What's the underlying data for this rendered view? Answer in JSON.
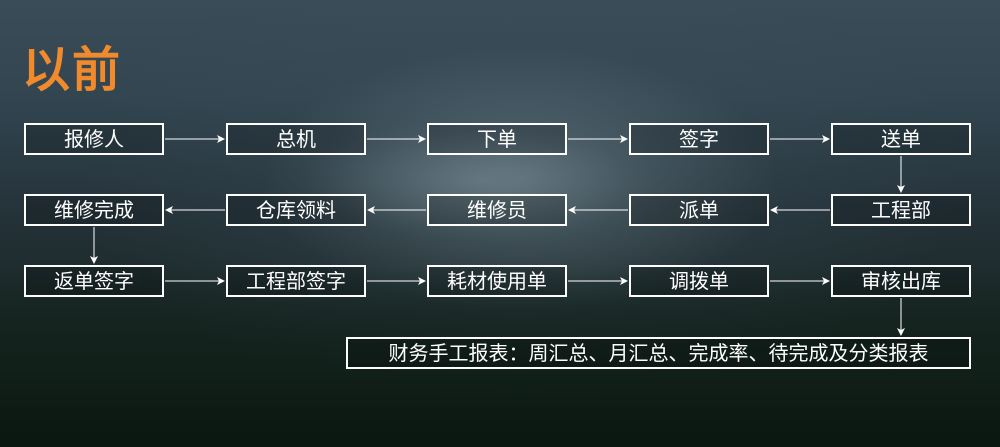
{
  "title": "以前",
  "nodes": [
    {
      "id": "n1",
      "label": "报修人"
    },
    {
      "id": "n2",
      "label": "总机"
    },
    {
      "id": "n3",
      "label": "下单"
    },
    {
      "id": "n4",
      "label": "签字"
    },
    {
      "id": "n5",
      "label": "送单"
    },
    {
      "id": "n6",
      "label": "维修完成"
    },
    {
      "id": "n7",
      "label": "仓库领料"
    },
    {
      "id": "n8",
      "label": "维修员"
    },
    {
      "id": "n9",
      "label": "派单"
    },
    {
      "id": "n10",
      "label": "工程部"
    },
    {
      "id": "n11",
      "label": "返单签字"
    },
    {
      "id": "n12",
      "label": "工程部签字"
    },
    {
      "id": "n13",
      "label": "耗材使用单"
    },
    {
      "id": "n14",
      "label": "调拨单"
    },
    {
      "id": "n15",
      "label": "审核出库"
    },
    {
      "id": "n16",
      "label": "财务手工报表：周汇总、月汇总、完成率、待完成及分类报表"
    }
  ],
  "colors": {
    "title": "#f08a2c",
    "box_border": "#ffffff",
    "text": "#ffffff"
  }
}
